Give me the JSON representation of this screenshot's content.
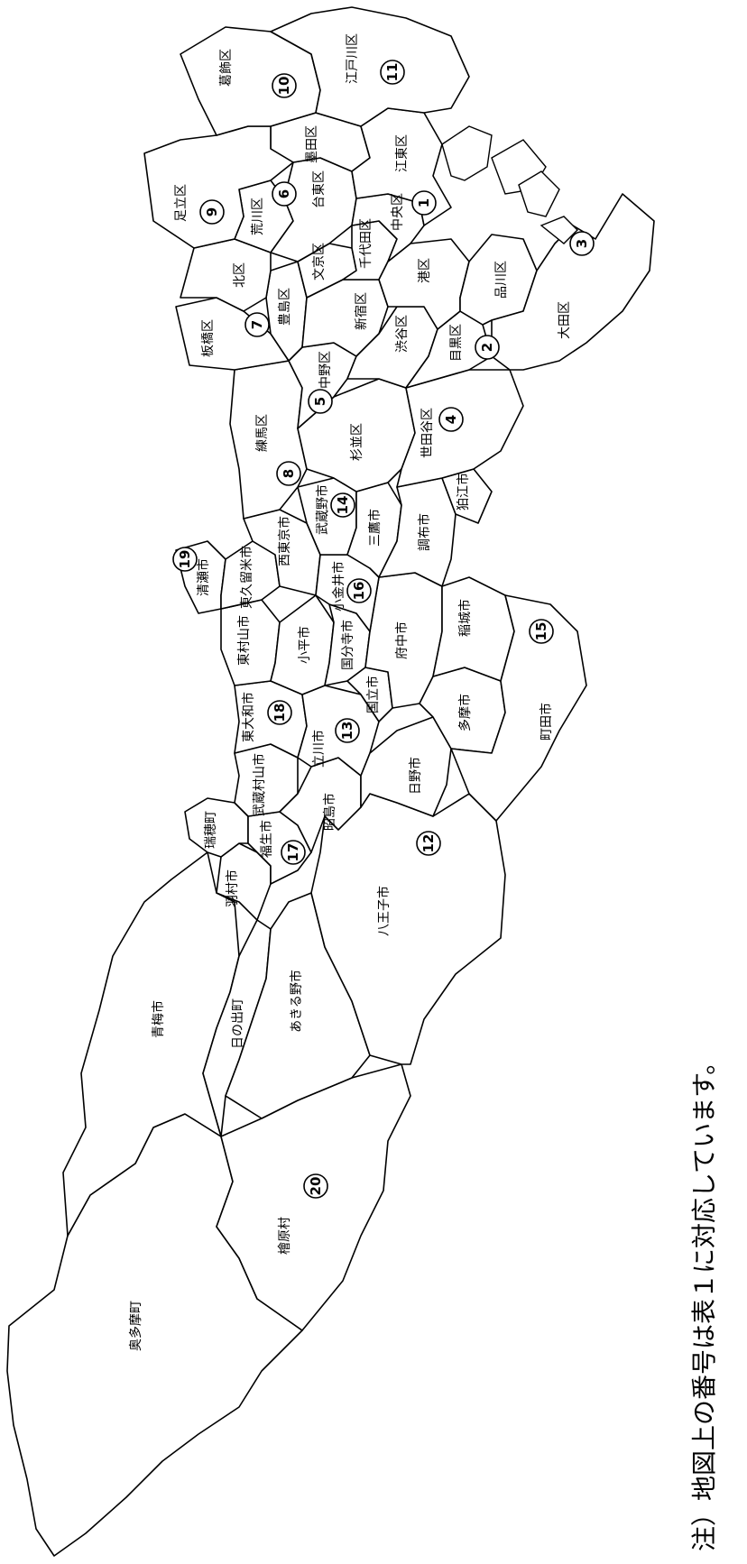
{
  "map": {
    "note": "注）地図上の番号は表１に対応しています。",
    "regions": [
      {
        "name": "奥多摩町"
      },
      {
        "name": "檜原村",
        "number": "20"
      },
      {
        "name": "青梅市"
      },
      {
        "name": "日の出町"
      },
      {
        "name": "あきる野市"
      },
      {
        "name": "八王子市",
        "number": "12"
      },
      {
        "name": "羽村市"
      },
      {
        "name": "瑞穂町"
      },
      {
        "name": "福生市",
        "number": "17"
      },
      {
        "name": "武蔵村山市"
      },
      {
        "name": "東大和市",
        "number": "18"
      },
      {
        "name": "昭島市"
      },
      {
        "name": "立川市",
        "number": "13"
      },
      {
        "name": "日野市"
      },
      {
        "name": "町田市",
        "number": "15"
      },
      {
        "name": "多摩市"
      },
      {
        "name": "稲城市"
      },
      {
        "name": "府中市"
      },
      {
        "name": "国立市"
      },
      {
        "name": "国分寺市"
      },
      {
        "name": "小平市"
      },
      {
        "name": "東村山市"
      },
      {
        "name": "清瀬市",
        "number": "19"
      },
      {
        "name": "東久留米市"
      },
      {
        "name": "西東京市"
      },
      {
        "name": "小金井市",
        "number": "16"
      },
      {
        "name": "武蔵野市",
        "number": "14"
      },
      {
        "name": "三鷹市"
      },
      {
        "name": "調布市"
      },
      {
        "name": "狛江市"
      },
      {
        "name": "練馬区",
        "number": "8"
      },
      {
        "name": "杉並区",
        "number": "5"
      },
      {
        "name": "世田谷区",
        "number": "4"
      },
      {
        "name": "板橋区",
        "number": "7"
      },
      {
        "name": "中野区"
      },
      {
        "name": "豊島区"
      },
      {
        "name": "北区"
      },
      {
        "name": "渋谷区"
      },
      {
        "name": "新宿区"
      },
      {
        "name": "目黒区",
        "number": "2"
      },
      {
        "name": "大田区",
        "number": "3"
      },
      {
        "name": "品川区"
      },
      {
        "name": "港区"
      },
      {
        "name": "千代田区"
      },
      {
        "name": "文京区"
      },
      {
        "name": "中央区",
        "number": "1"
      },
      {
        "name": "台東区"
      },
      {
        "name": "荒川区",
        "number": "6"
      },
      {
        "name": "足立区",
        "number": "9"
      },
      {
        "name": "墨田区"
      },
      {
        "name": "江東区"
      },
      {
        "name": "葛飾区",
        "number": "10"
      },
      {
        "name": "江戸川区",
        "number": "11"
      }
    ]
  }
}
